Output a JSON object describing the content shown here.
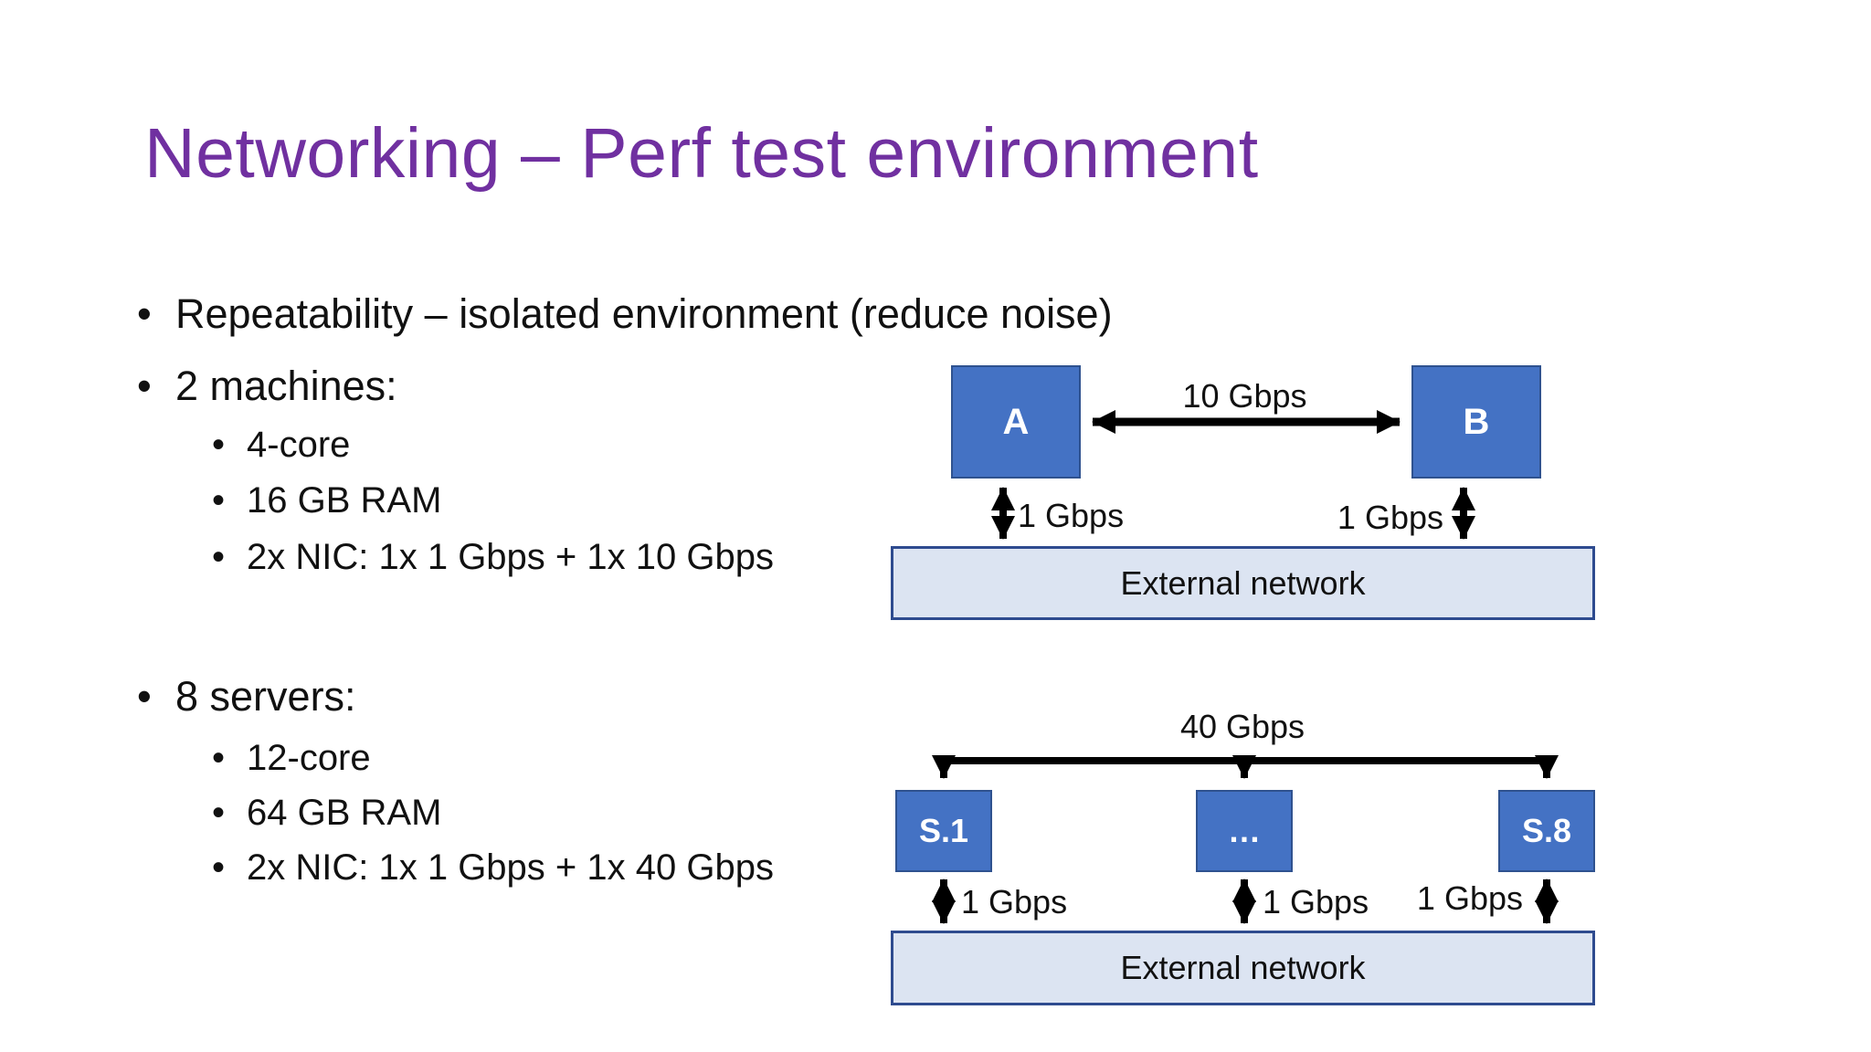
{
  "slide": {
    "title": "Networking – Perf test environment",
    "bullet_char": "•",
    "bullets": [
      {
        "level": 1,
        "text": "Repeatability – isolated environment (reduce noise)"
      },
      {
        "level": 1,
        "text": "2 machines:"
      },
      {
        "level": 2,
        "text": "4-core"
      },
      {
        "level": 2,
        "text": "16 GB RAM"
      },
      {
        "level": 2,
        "text": "2x NIC: 1x 1 Gbps + 1x 10 Gbps"
      },
      {
        "level": 1,
        "text": "8 servers:"
      },
      {
        "level": 2,
        "text": "12-core"
      },
      {
        "level": 2,
        "text": "64 GB RAM"
      },
      {
        "level": 2,
        "text": "2x NIC: 1x 1 Gbps + 1x 40 Gbps"
      }
    ]
  },
  "top_diagram": {
    "nodes": {
      "a": "A",
      "b": "B"
    },
    "link_label": "10 Gbps",
    "a_down_label": "1 Gbps",
    "b_down_label": "1 Gbps",
    "external_label": "External network"
  },
  "bottom_diagram": {
    "uplink_label": "40 Gbps",
    "nodes": {
      "s1": "S.1",
      "mid": "…",
      "s8": "S.8"
    },
    "s1_down_label": "1 Gbps",
    "mid_down_label": "1 Gbps",
    "s8_down_label": "1 Gbps",
    "external_label": "External network"
  },
  "colors": {
    "title": "#7030A0",
    "body_text": "#111111",
    "node_fill": "#4472C4",
    "node_border": "#2F528F",
    "node_text": "#FFFFFF",
    "external_fill": "#DCE4F2",
    "external_border": "#2E4B8F",
    "arrow": "#000000",
    "background": "#FFFFFF"
  }
}
